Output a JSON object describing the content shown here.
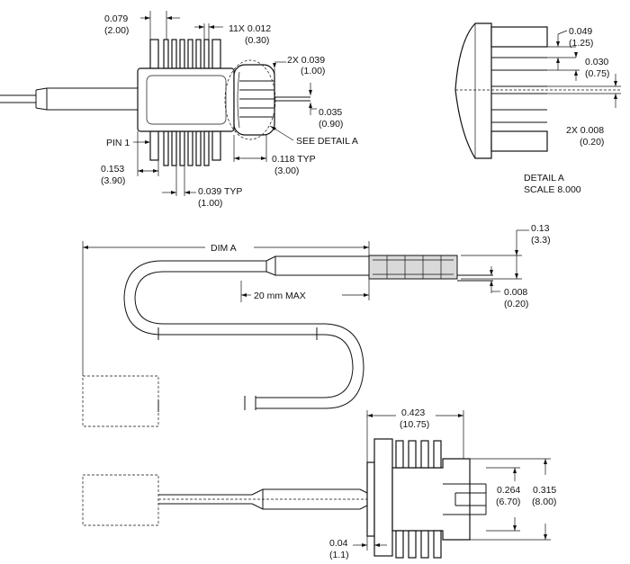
{
  "top_view": {
    "dim_pitch_in": "0.079",
    "dim_pitch_mm": "(2.00)",
    "dim_pins": "11X 0.012",
    "dim_pins_mm": "(0.30)",
    "dim_2x": "2X 0.039",
    "dim_2x_mm": "(1.00)",
    "dim_035": "0.035",
    "dim_035_mm": "(0.90)",
    "pin1": "PIN 1",
    "see_detail": "SEE DETAIL A",
    "dim_153": "0.153",
    "dim_153_mm": "(3.90)",
    "dim_118": "0.118 TYP",
    "dim_118_mm": "(3.00)",
    "dim_039typ": "0.039 TYP",
    "dim_039typ_mm": "(1.00)"
  },
  "detail_a": {
    "dim_049": "0.049",
    "dim_049_mm": "(1.25)",
    "dim_030": "0.030",
    "dim_030_mm": "(0.75)",
    "dim_008": "2X 0.008",
    "dim_008_mm": "(0.20)",
    "title": "DETAIL A",
    "scale": "SCALE 8.000"
  },
  "side_view": {
    "dim_a": "DIM A",
    "dim_20": "20 mm MAX",
    "dim_013": "0.13",
    "dim_013_mm": "(3.3)",
    "dim_0008": "0.008",
    "dim_0008_mm": "(0.20)"
  },
  "bottom_view": {
    "dim_423": "0.423",
    "dim_423_mm": "(10.75)",
    "dim_264": "0.264",
    "dim_264_mm": "(6.70)",
    "dim_315": "0.315",
    "dim_315_mm": "(8.00)",
    "dim_004": "0.04",
    "dim_004_mm": "(1.1)"
  }
}
